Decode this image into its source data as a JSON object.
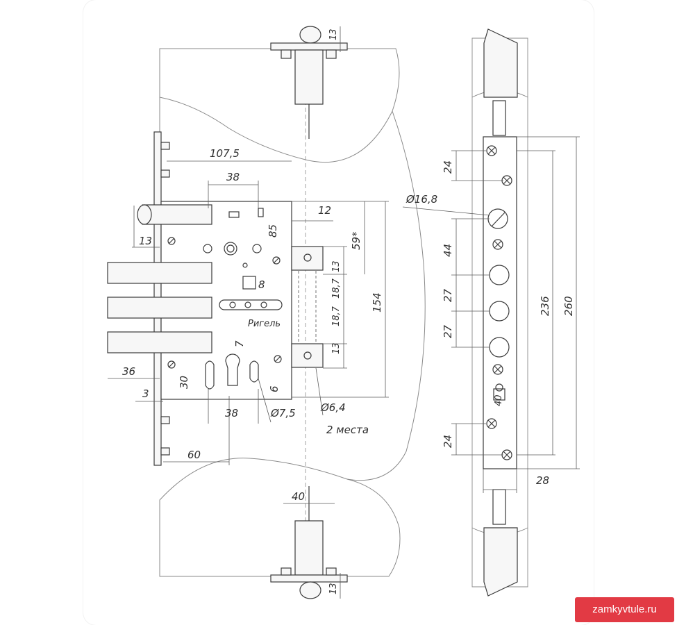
{
  "drawing": {
    "dimensions": {
      "d107_5": "107,5",
      "d38_top": "38",
      "d13_side": "13",
      "d85": "85",
      "d12": "12",
      "d59": "59*",
      "d13_a": "13",
      "d18_7_a": "18,7",
      "d18_7_b": "18,7",
      "d13_b": "13",
      "d154": "154",
      "d8": "8",
      "d7": "7",
      "d30": "30",
      "d6": "6",
      "d36": "36",
      "d3": "3",
      "d38_bottom": "38",
      "d7_5": "Ø7,5",
      "d6_4": "Ø6,4",
      "places": "2 места",
      "d60": "60",
      "d40": "40",
      "d13_top_rod": "13",
      "d13_bottom_rod": "13",
      "d16_8": "Ø16,8",
      "d24_top": "24",
      "d44": "44",
      "d27_a": "27",
      "d27_b": "27",
      "d24_bottom": "24",
      "d236": "236",
      "d260": "260",
      "d28": "28",
      "d40_small": "40"
    },
    "brand_mark": "Ригель"
  },
  "watermark": {
    "text": "zamkyvtule.ru"
  },
  "colors": {
    "line": "#3a3a3a",
    "thin": "#8a8a8a",
    "fill": "#f7f7f7",
    "watermark_bg": "#e23a44"
  }
}
